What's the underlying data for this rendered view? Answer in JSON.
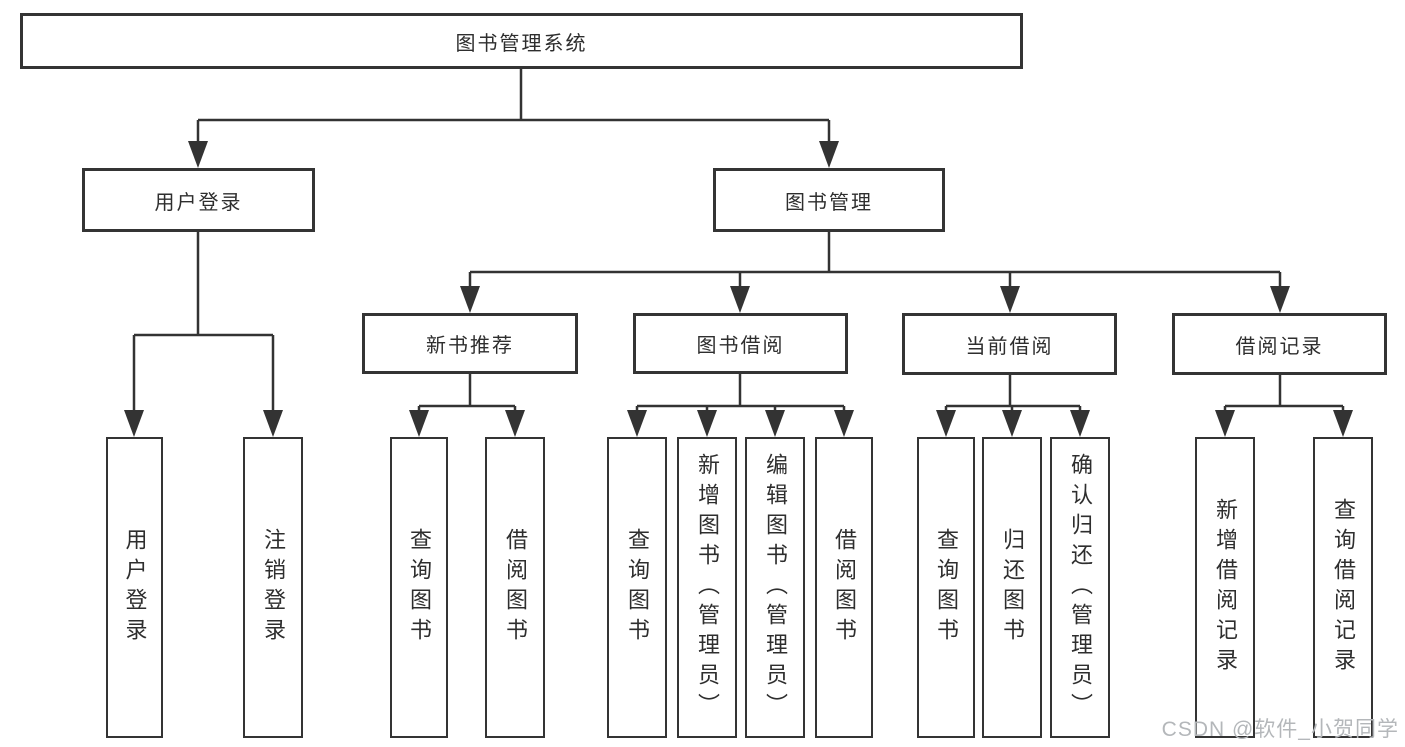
{
  "title": "图书管理系统",
  "tree": {
    "root": "图书管理系统",
    "branches": [
      {
        "label": "用户登录",
        "children": [
          "用户登录",
          "注销登录"
        ]
      },
      {
        "label": "图书管理",
        "children": [
          {
            "label": "新书推荐",
            "children": [
              "查询图书",
              "借阅图书"
            ]
          },
          {
            "label": "图书借阅",
            "children": [
              "查询图书",
              "新增图书（管理员）",
              "编辑图书（管理员）",
              "借阅图书"
            ]
          },
          {
            "label": "当前借阅",
            "children": [
              "查询图书",
              "归还图书",
              "确认归还（管理员）"
            ]
          },
          {
            "label": "借阅记录",
            "children": [
              "新增借阅记录",
              "查询借阅记录"
            ]
          }
        ]
      }
    ]
  },
  "watermark": "CSDN @软件_小贺同学",
  "colors": {
    "line": "#333333",
    "box_border": "#343434",
    "text": "#2e2e2e",
    "background": "#ffffff",
    "watermark": "#b4b7ba"
  }
}
